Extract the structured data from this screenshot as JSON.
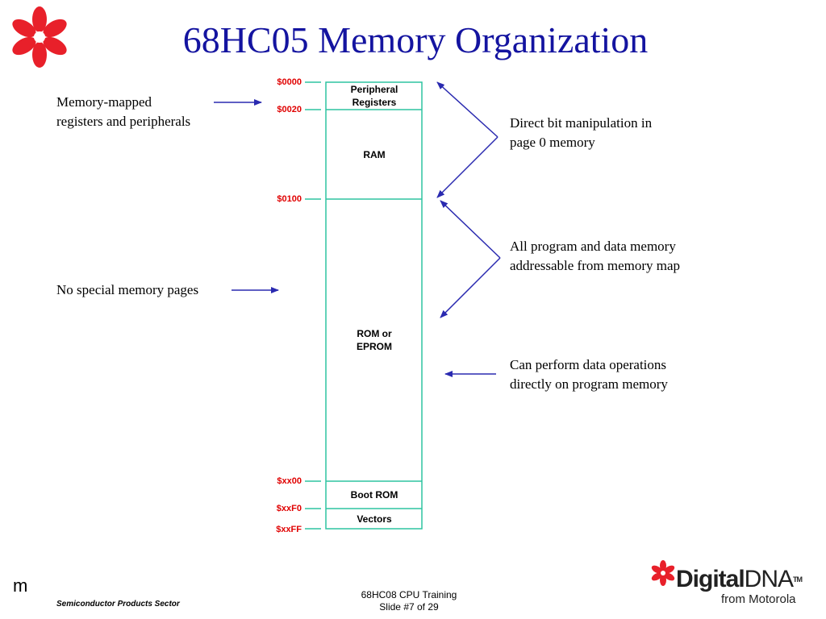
{
  "title": "68HC05 Memory Organization",
  "left_notes": {
    "memory_mapped": [
      "Memory-mapped",
      "registers and peripherals"
    ],
    "no_pages": "No special memory pages"
  },
  "right_notes": {
    "direct_bit": [
      "Direct bit manipulation in",
      "page 0 memory"
    ],
    "all_program": [
      "All program and data memory",
      "addressable from memory map"
    ],
    "data_ops": [
      "Can perform data operations",
      "directly on program memory"
    ]
  },
  "addresses": [
    "$0000",
    "$0020",
    "$0100",
    "$xx00",
    "$xxF0",
    "$xxFF"
  ],
  "blocks": {
    "peripheral": [
      "Peripheral",
      "Registers"
    ],
    "ram": "RAM",
    "rom": [
      "ROM or",
      "EPROM"
    ],
    "boot": "Boot ROM",
    "vectors": "Vectors"
  },
  "footer": {
    "mark": "m",
    "sector": "Semiconductor Products Sector",
    "course": "68HC08 CPU Training",
    "slide": "Slide #7 of 29",
    "logo_word_bold": "Digital",
    "logo_word_thin": "DNA",
    "logo_tm": "TM",
    "logo_sub": "from Motorola"
  },
  "colors": {
    "title": "#1414a0",
    "address": "#e00000",
    "block_border": "#2ec4a0",
    "arrow": "#2a2ab0",
    "logo": "#e8202a"
  },
  "icons": [
    "motorola-flower-icon",
    "digital-dna-flower-icon"
  ]
}
